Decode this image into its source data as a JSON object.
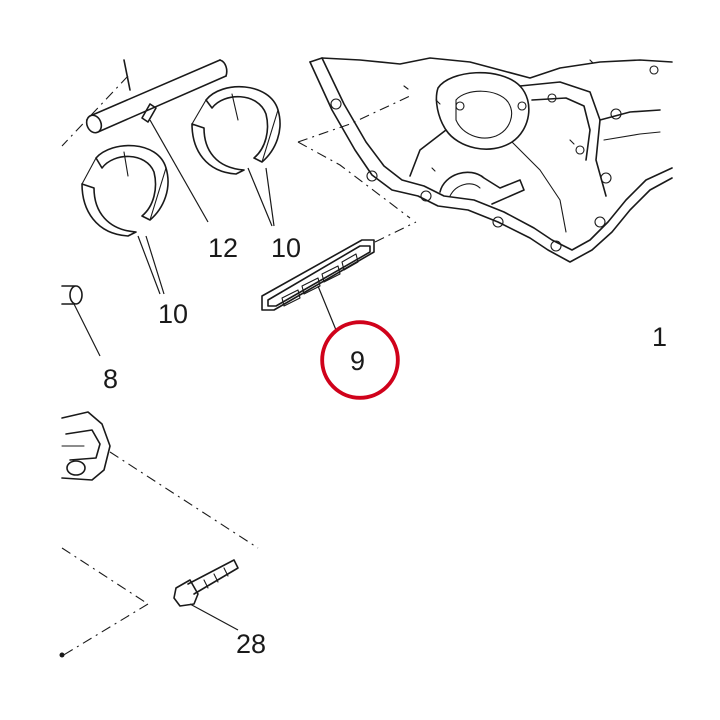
{
  "diagram": {
    "callouts": [
      {
        "id": "bearing-upper",
        "label": "10"
      },
      {
        "id": "bearing-lower",
        "label": "10"
      },
      {
        "id": "dowel-pin",
        "label": "12"
      },
      {
        "id": "plug",
        "label": "8"
      },
      {
        "id": "gasket",
        "label": "9"
      },
      {
        "id": "bolt",
        "label": "28"
      },
      {
        "id": "edge-partial",
        "label": "1"
      }
    ],
    "highlighted_callout": "9",
    "highlight_color": "#d0021b",
    "line_color": "#1a1a1a"
  }
}
